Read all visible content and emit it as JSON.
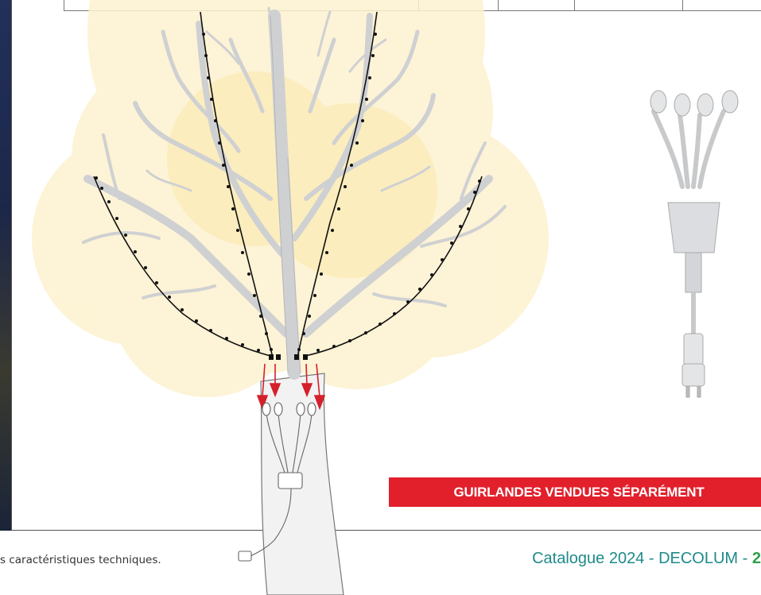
{
  "banner": {
    "label": "GUIRLANDES VENDUES SÉPARÉMENT"
  },
  "footer": {
    "note": "s caractéristiques techniques.",
    "catalogue": "Catalogue 2024 - DECOLUM - ",
    "page_number": "2"
  },
  "colors": {
    "banner_bg": "#e2202c",
    "catalogue_text": "#1e8a8a",
    "page_number": "#2fa14a",
    "glow": "#fdf0c4",
    "arrows": "#d4202b"
  },
  "icons": [
    "plug-icon",
    "splitter-connector-icon",
    "red-arrow-icon"
  ]
}
